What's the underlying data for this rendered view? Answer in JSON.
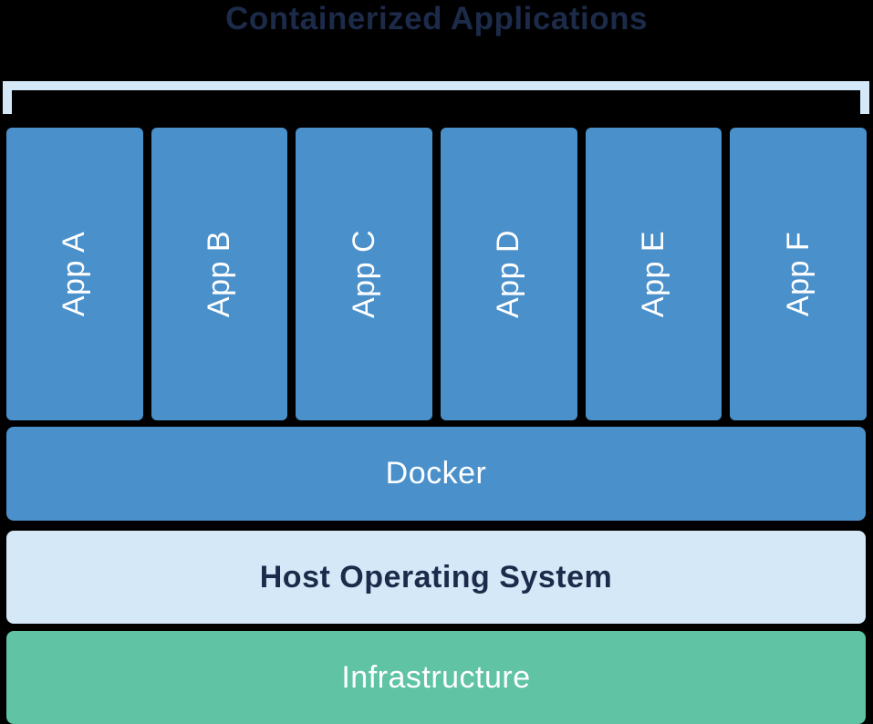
{
  "title": "Containerized Applications",
  "apps": [
    {
      "label": "App A"
    },
    {
      "label": "App B"
    },
    {
      "label": "App C"
    },
    {
      "label": "App D"
    },
    {
      "label": "App E"
    },
    {
      "label": "App F"
    }
  ],
  "layers": {
    "docker": {
      "label": "Docker"
    },
    "host_os": {
      "label": "Host Operating System"
    },
    "infrastructure": {
      "label": "Infrastructure"
    }
  },
  "colors": {
    "background": "#000000",
    "container_blue": "#4A90CB",
    "bracket_light_blue": "#D5E8F8",
    "host_os_light_blue": "#D5E8F8",
    "infrastructure_green": "#5FC3A4",
    "title_navy": "#1C2B4A",
    "label_white": "#FFFFFF"
  }
}
